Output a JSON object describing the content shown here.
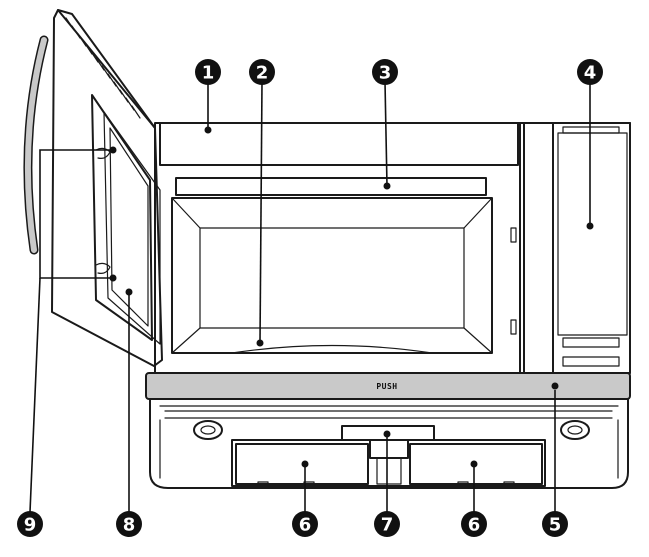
{
  "diagram": {
    "door_label": "PUSH",
    "callouts": [
      {
        "id": "c1",
        "label": "1"
      },
      {
        "id": "c2",
        "label": "2"
      },
      {
        "id": "c3",
        "label": "3"
      },
      {
        "id": "c4",
        "label": "4"
      },
      {
        "id": "c5",
        "label": "5"
      },
      {
        "id": "c6a",
        "label": "6"
      },
      {
        "id": "c6b",
        "label": "6"
      },
      {
        "id": "c7",
        "label": "7"
      },
      {
        "id": "c8",
        "label": "8"
      },
      {
        "id": "c9",
        "label": "9"
      }
    ]
  }
}
